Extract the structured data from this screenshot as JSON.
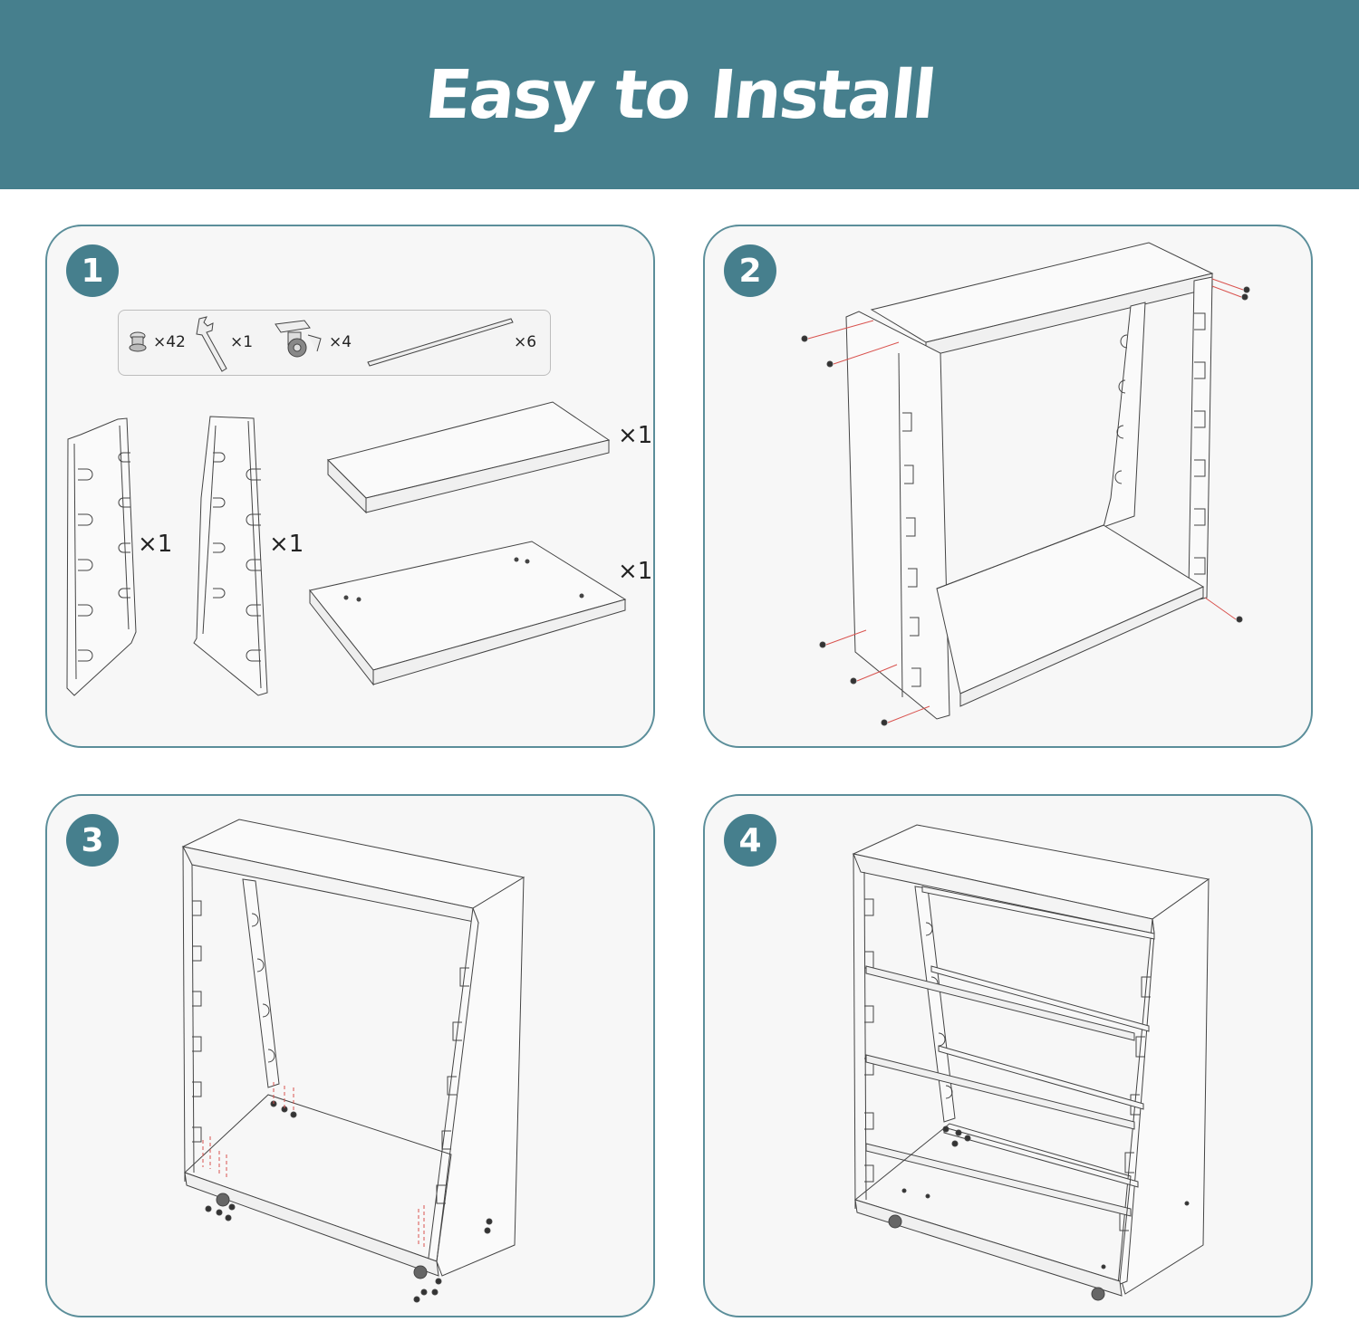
{
  "header": {
    "title": "Easy to Install",
    "background": "#467f8d"
  },
  "accent": "#467f8d",
  "screw_line_color": "#d9534f",
  "steps": [
    {
      "number": "1",
      "parts": [
        {
          "icon": "bolt-icon",
          "qty": "×42"
        },
        {
          "icon": "wrench-icon",
          "qty": "×1"
        },
        {
          "icon": "caster-wheel-icon",
          "qty": "×4"
        },
        {
          "icon": "rod-icon",
          "qty": "×6"
        }
      ],
      "components": [
        {
          "name": "left-side-panel",
          "qty": "×1"
        },
        {
          "name": "right-side-panel",
          "qty": "×1"
        },
        {
          "name": "top-shelf",
          "qty": "×1"
        },
        {
          "name": "bottom-shelf",
          "qty": "×1"
        }
      ]
    },
    {
      "number": "2"
    },
    {
      "number": "3"
    },
    {
      "number": "4"
    }
  ]
}
